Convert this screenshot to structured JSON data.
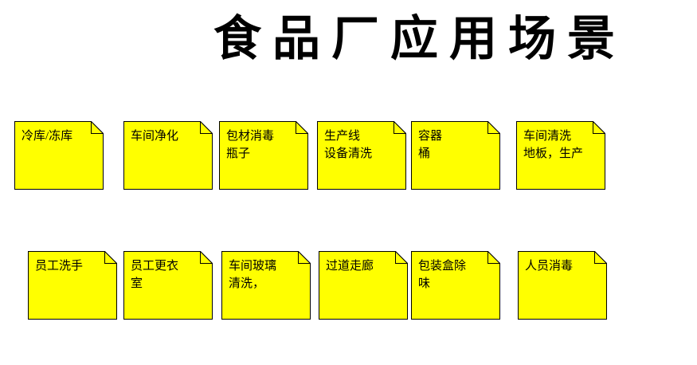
{
  "title": "食品厂应用场景",
  "colors": {
    "background": "#FFFFFF",
    "note_fill": "#FFFF00",
    "note_border": "#000000",
    "title_color": "#000000"
  },
  "notes": [
    "冷库/冻库",
    "车间净化",
    "包材消毒\n瓶子",
    "生产线\n设备清洗",
    "容器\n桶",
    "车间清洗\n地板，生产",
    "员工洗手",
    "员工更衣\n室",
    "车间玻璃\n清洗，",
    "过道走廊",
    "包装盒除\n味",
    "人员消毒"
  ]
}
